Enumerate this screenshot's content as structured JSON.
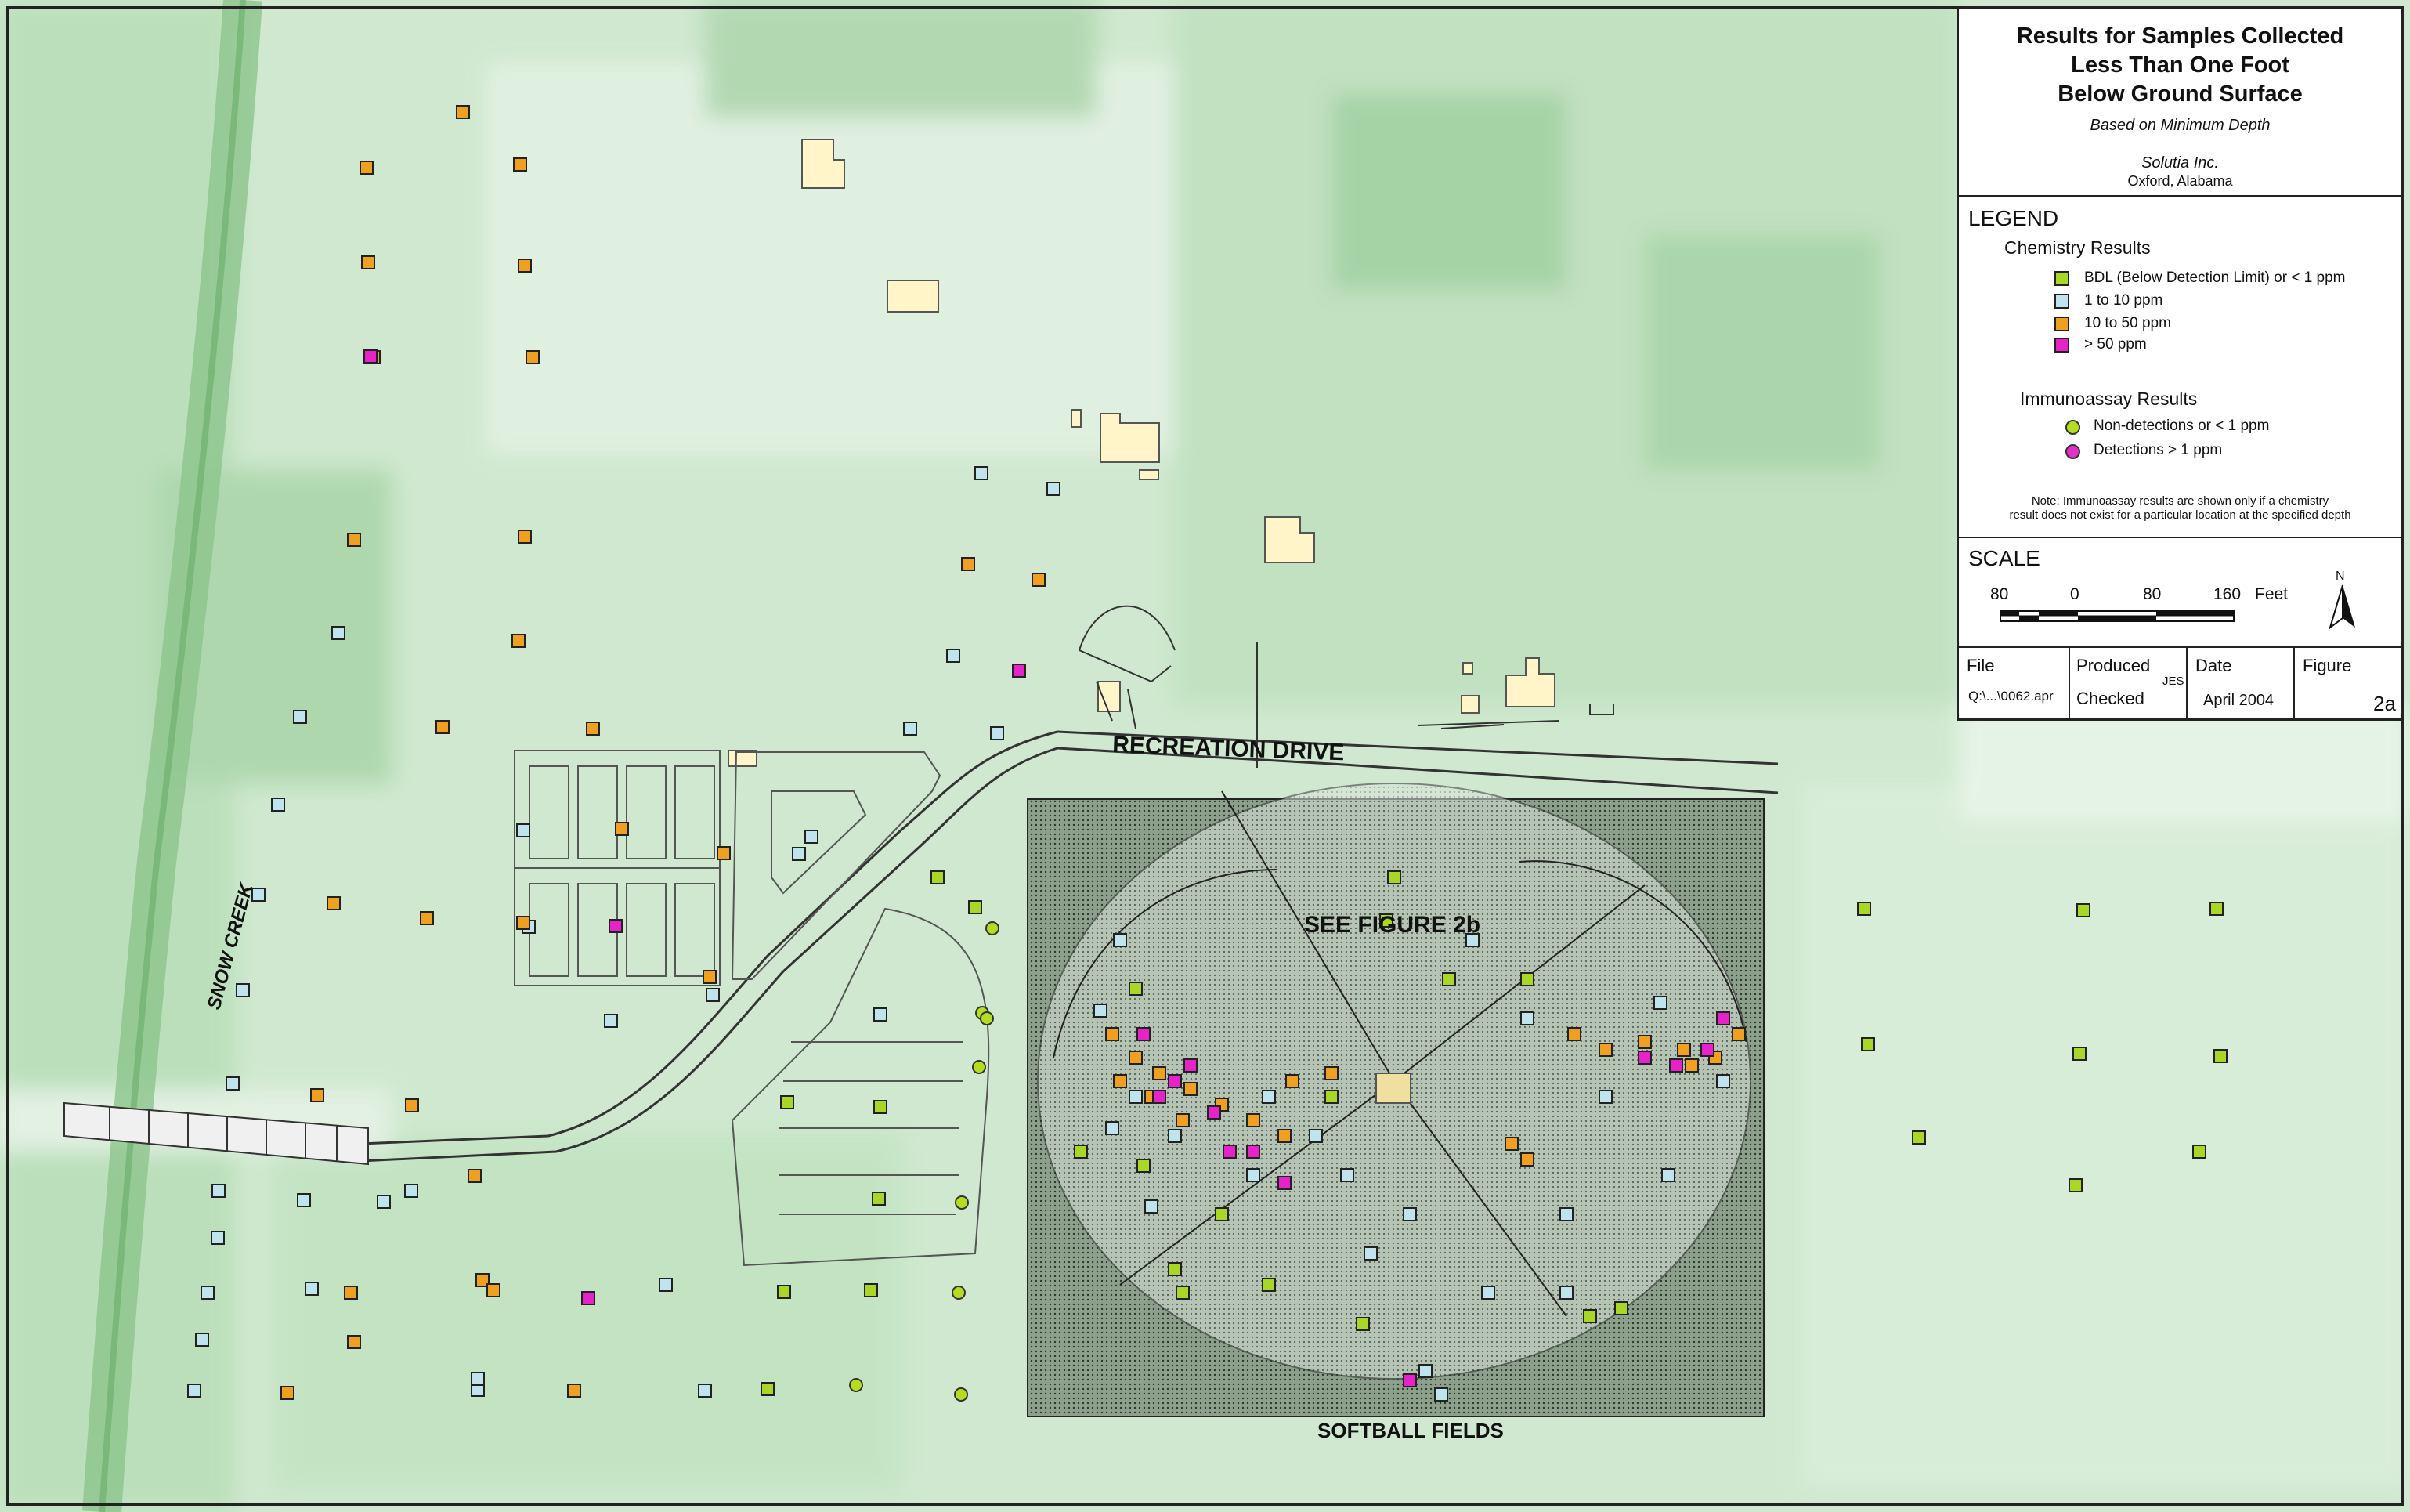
{
  "title": {
    "line1": "Results for Samples Collected",
    "line2": "Less Than One Foot",
    "line3": "Below Ground Surface",
    "subtitle": "Based on Minimum Depth",
    "company": "Solutia Inc.",
    "location": "Oxford, Alabama"
  },
  "legend": {
    "heading": "LEGEND",
    "chemistry_heading": "Chemistry Results",
    "chemistry": [
      {
        "label": "BDL (Below Detection Limit) or < 1 ppm",
        "color": "#a8d825"
      },
      {
        "label": "1 to 10 ppm",
        "color": "#bfe4ee"
      },
      {
        "label": "10 to 50 ppm",
        "color": "#f0a020"
      },
      {
        "label": "> 50 ppm",
        "color": "#e623c8"
      }
    ],
    "immunoassay_heading": "Immunoassay Results",
    "immunoassay": [
      {
        "label": "Non-detections or < 1 ppm",
        "color": "#b5dd20"
      },
      {
        "label": "Detections > 1 ppm",
        "color": "#e030c8"
      }
    ],
    "note_line1": "Note: Immunoassay results are shown only if a chemistry",
    "note_line2": "result does not exist for a particular location at the specified depth"
  },
  "scale": {
    "heading": "SCALE",
    "ticks": [
      "80",
      "0",
      "80",
      "160"
    ],
    "unit": "Feet",
    "north": "N"
  },
  "info": {
    "file_label": "File",
    "file_value": "Q:\\...\\0062.apr",
    "produced_label": "Produced",
    "produced_initials": "JES",
    "checked_label": "Checked",
    "date_label": "Date",
    "date_value": "April 2004",
    "figure_label": "Figure",
    "figure_value": "2a"
  },
  "map_labels": {
    "recreation_drive": "RECREATION DRIVE",
    "snow_creek": "SNOW CREEK",
    "see_figure": "SEE FIGURE 2b",
    "softball_fields": "SOFTBALL FIELDS"
  },
  "samples": {
    "bdl": [
      [
        1197,
        1120
      ],
      [
        1245,
        1158
      ],
      [
        1005,
        1407
      ],
      [
        1124,
        1413
      ],
      [
        1122,
        1530
      ],
      [
        1001,
        1649
      ],
      [
        1112,
        1647
      ],
      [
        980,
        1773
      ],
      [
        1780,
        1120
      ],
      [
        1770,
        1175
      ],
      [
        1450,
        1262
      ],
      [
        1460,
        1488
      ],
      [
        1560,
        1550
      ],
      [
        1510,
        1650
      ],
      [
        1620,
        1640
      ],
      [
        1740,
        1690
      ],
      [
        2030,
        1680
      ],
      [
        2070,
        1670
      ],
      [
        2380,
        1160
      ],
      [
        2660,
        1162
      ],
      [
        2830,
        1160
      ],
      [
        2385,
        1333
      ],
      [
        2655,
        1345
      ],
      [
        2835,
        1348
      ],
      [
        2450,
        1452
      ],
      [
        2808,
        1470
      ],
      [
        2650,
        1513
      ],
      [
        1380,
        1470
      ],
      [
        1500,
        1620
      ],
      [
        1700,
        1400
      ],
      [
        1850,
        1250
      ],
      [
        1950,
        1250
      ]
    ],
    "low": [
      [
        432,
        808
      ],
      [
        383,
        915
      ],
      [
        355,
        1027
      ],
      [
        330,
        1142
      ],
      [
        310,
        1264
      ],
      [
        297,
        1383
      ],
      [
        279,
        1520
      ],
      [
        278,
        1580
      ],
      [
        265,
        1650
      ],
      [
        258,
        1710
      ],
      [
        248,
        1775
      ],
      [
        388,
        1532
      ],
      [
        398,
        1645
      ],
      [
        490,
        1534
      ],
      [
        525,
        1520
      ],
      [
        610,
        1774
      ],
      [
        610,
        1760
      ],
      [
        668,
        1060
      ],
      [
        675,
        1183
      ],
      [
        780,
        1303
      ],
      [
        850,
        1640
      ],
      [
        910,
        1270
      ],
      [
        900,
        1775
      ],
      [
        1020,
        1090
      ],
      [
        1036,
        1068
      ],
      [
        1124,
        1295
      ],
      [
        1162,
        930
      ],
      [
        1253,
        604
      ],
      [
        1345,
        624
      ],
      [
        1217,
        837
      ],
      [
        1273,
        936
      ],
      [
        1430,
        1200
      ],
      [
        1450,
        1400
      ],
      [
        1500,
        1450
      ],
      [
        1600,
        1500
      ],
      [
        1750,
        1600
      ],
      [
        1900,
        1650
      ],
      [
        2000,
        1550
      ],
      [
        1820,
        1750
      ],
      [
        1880,
        1200
      ],
      [
        1950,
        1300
      ],
      [
        2050,
        1400
      ],
      [
        2130,
        1500
      ],
      [
        2200,
        1380
      ],
      [
        2120,
        1280
      ],
      [
        1405,
        1290
      ],
      [
        1420,
        1440
      ],
      [
        1470,
        1540
      ],
      [
        1620,
        1400
      ],
      [
        1680,
        1450
      ],
      [
        1720,
        1500
      ],
      [
        1800,
        1550
      ],
      [
        2000,
        1650
      ],
      [
        1840,
        1780
      ]
    ],
    "mid": [
      [
        591,
        143
      ],
      [
        468,
        214
      ],
      [
        664,
        210
      ],
      [
        470,
        335
      ],
      [
        670,
        339
      ],
      [
        477,
        456
      ],
      [
        680,
        456
      ],
      [
        452,
        689
      ],
      [
        670,
        685
      ],
      [
        662,
        818
      ],
      [
        565,
        928
      ],
      [
        757,
        930
      ],
      [
        794,
        1058
      ],
      [
        924,
        1089
      ],
      [
        426,
        1153
      ],
      [
        545,
        1172
      ],
      [
        668,
        1178
      ],
      [
        906,
        1247
      ],
      [
        405,
        1398
      ],
      [
        526,
        1411
      ],
      [
        606,
        1501
      ],
      [
        448,
        1650
      ],
      [
        616,
        1634
      ],
      [
        630,
        1647
      ],
      [
        452,
        1713
      ],
      [
        367,
        1778
      ],
      [
        733,
        1775
      ],
      [
        1236,
        720
      ],
      [
        1326,
        740
      ],
      [
        1420,
        1320
      ],
      [
        1450,
        1350
      ],
      [
        1480,
        1370
      ],
      [
        1520,
        1390
      ],
      [
        1560,
        1410
      ],
      [
        1600,
        1430
      ],
      [
        1640,
        1450
      ],
      [
        1650,
        1380
      ],
      [
        1700,
        1370
      ],
      [
        1430,
        1380
      ],
      [
        1470,
        1400
      ],
      [
        1510,
        1430
      ],
      [
        2010,
        1320
      ],
      [
        2050,
        1340
      ],
      [
        2100,
        1330
      ],
      [
        2150,
        1340
      ],
      [
        2190,
        1350
      ],
      [
        2220,
        1320
      ],
      [
        2160,
        1360
      ],
      [
        1930,
        1460
      ],
      [
        1950,
        1480
      ]
    ],
    "high": [
      [
        473,
        455
      ],
      [
        786,
        1182
      ],
      [
        1301,
        856
      ],
      [
        751,
        1657
      ],
      [
        1460,
        1320
      ],
      [
        1480,
        1400
      ],
      [
        1520,
        1360
      ],
      [
        1550,
        1420
      ],
      [
        1570,
        1470
      ],
      [
        1600,
        1470
      ],
      [
        1640,
        1510
      ],
      [
        1500,
        1380
      ],
      [
        2100,
        1350
      ],
      [
        2140,
        1360
      ],
      [
        2180,
        1340
      ],
      [
        2200,
        1300
      ],
      [
        1800,
        1762
      ]
    ],
    "ia_non": [
      [
        1267,
        1185
      ],
      [
        1254,
        1293
      ],
      [
        1250,
        1362
      ],
      [
        1228,
        1535
      ],
      [
        1224,
        1650
      ],
      [
        1093,
        1768
      ],
      [
        1227,
        1780
      ],
      [
        1260,
        1300
      ]
    ],
    "ia_det": []
  }
}
